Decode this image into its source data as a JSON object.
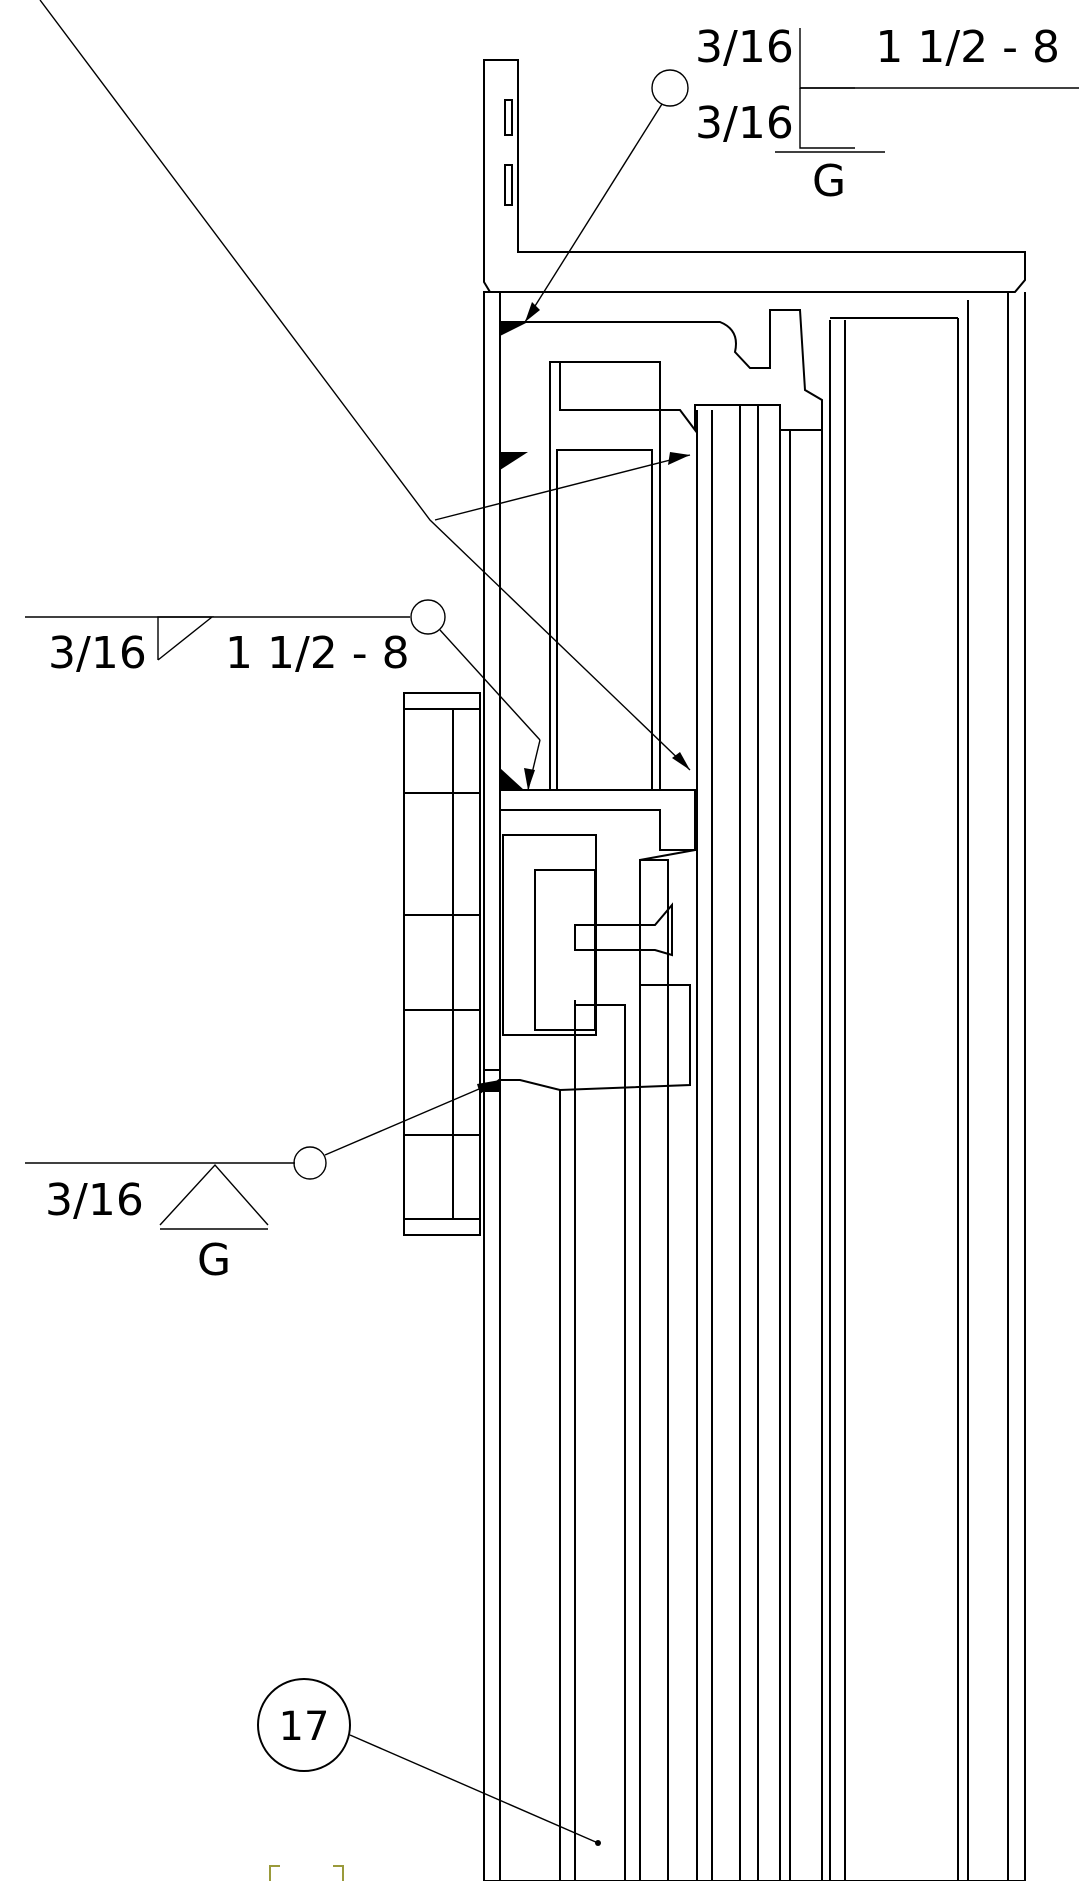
{
  "welds": {
    "top": {
      "arrow_side_size": "3/16",
      "arrow_side_spec": "1 1/2 - 8",
      "other_side_size": "3/16",
      "finish": "G"
    },
    "middle": {
      "size": "3/16",
      "spec": "1 1/2 - 8"
    },
    "bottom": {
      "size": "3/16",
      "finish": "G"
    }
  },
  "item_balloon": {
    "number": "17"
  },
  "colors": {
    "line": "#000000",
    "hatch_cross": "#000000",
    "hatch_single": "#000000",
    "marker": "#9a9a3a"
  }
}
